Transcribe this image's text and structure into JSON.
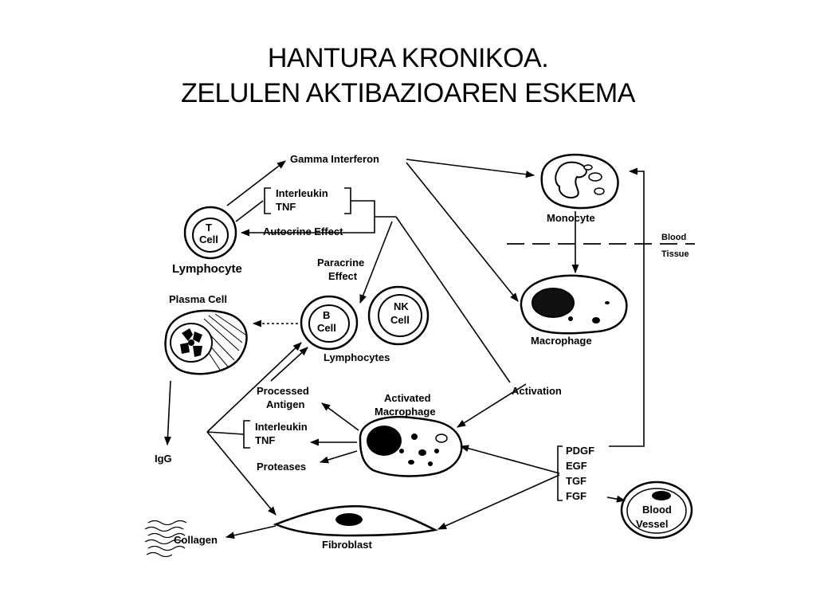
{
  "title": {
    "line1": "HANTURA KRONIKOA.",
    "line2": "ZELULEN AKTIBAZIOAREN ESKEMA"
  },
  "labels": {
    "gamma_interferon": "Gamma Interferon",
    "interleukin_top": "Interleukin",
    "tnf_top": "TNF",
    "autocrine_effect": "Autocrine Effect",
    "t_cell_t": "T",
    "t_cell_cell": "Cell",
    "lymphocyte": "Lymphocyte",
    "paracrine_1": "Paracrine",
    "paracrine_2": "Effect",
    "plasma_cell": "Plasma Cell",
    "b_cell_b": "B",
    "b_cell_cell": "Cell",
    "nk_cell_nk": "NK",
    "nk_cell_cell": "Cell",
    "lymphocytes": "Lymphocytes",
    "monocyte": "Monocyte",
    "blood": "Blood",
    "tissue": "Tissue",
    "macrophage": "Macrophage",
    "activation": "Activation",
    "activated_1": "Activated",
    "activated_2": "Macrophage",
    "processed_1": "Processed",
    "processed_2": "Antigen",
    "interleukin_bottom": "Interleukin",
    "tnf_bottom": "TNF",
    "proteases": "Proteases",
    "igg": "IgG",
    "pdgf": "PDGF",
    "egf": "EGF",
    "tgf": "TGF",
    "fgf": "FGF",
    "blood_vessel_1": "Blood",
    "blood_vessel_2": "Vessel",
    "fibroblast": "Fibroblast",
    "collagen": "Collagen"
  }
}
